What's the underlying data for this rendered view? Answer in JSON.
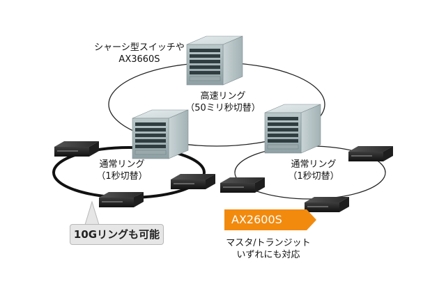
{
  "chassis_caption_line1": "シャーシ型スイッチや",
  "chassis_caption_line2": "AX3660S",
  "high_speed_ring_line1": "高速リング",
  "high_speed_ring_line2": "（50ミリ秒切替）",
  "left_ring_line1": "通常リング",
  "left_ring_line2": "（1秒切替）",
  "right_ring_line1": "通常リング",
  "right_ring_line2": "（1秒切替）",
  "badge_10g": "10Gリングも可能",
  "ax2600_label": "AX2600S",
  "mt_line1": "マスタ/トランジット",
  "mt_line2": "いずれにも対応",
  "colors": {
    "accent": "#f28a0e",
    "ring_bold": "#111111",
    "ring_thin": "#222222"
  }
}
